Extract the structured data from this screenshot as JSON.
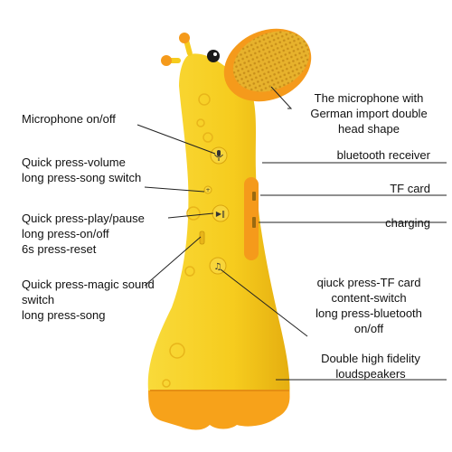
{
  "colors": {
    "body": "#F6CC1E",
    "body_shadow": "#E3A80C",
    "mic_head": "#E7B22C",
    "mic_mesh": "#C98F1A",
    "base": "#F7A21A",
    "ring": "#F59A1B",
    "text": "#111111",
    "leader": "#222222"
  },
  "icons": [
    "mic-icon",
    "volume-icon",
    "play-pause-icon",
    "magic-sound-icon",
    "tf-card-slot-icon",
    "charging-port-icon",
    "speaker-grille-icon",
    "eye-icon",
    "horn-icon"
  ],
  "left_labels": {
    "mic_onoff": {
      "l1": "Microphone on/off"
    },
    "volume": {
      "l1": "Quick press-volume",
      "l2": "long press-song switch"
    },
    "play": {
      "l1": "Quick press-play/pause",
      "l2": "long press-on/off",
      "l3": "6s press-reset"
    },
    "magic": {
      "l1": "Quick press-magic sound",
      "l2": "switch",
      "l3": "long press-song"
    }
  },
  "right_labels": {
    "mic_head": {
      "l1": "The microphone with",
      "l2": "German import double",
      "l3": "head shape"
    },
    "bluetooth": {
      "l1": "bluetooth receiver"
    },
    "tf": {
      "l1": "TF card"
    },
    "charging": {
      "l1": "charging"
    },
    "tf_switch": {
      "l1": "qiuck press-TF card",
      "l2": "content-switch",
      "l3": "long press-bluetooth",
      "l4": "on/off"
    },
    "speakers": {
      "l1": "Double high fidelity",
      "l2": "loudspeakers"
    }
  }
}
